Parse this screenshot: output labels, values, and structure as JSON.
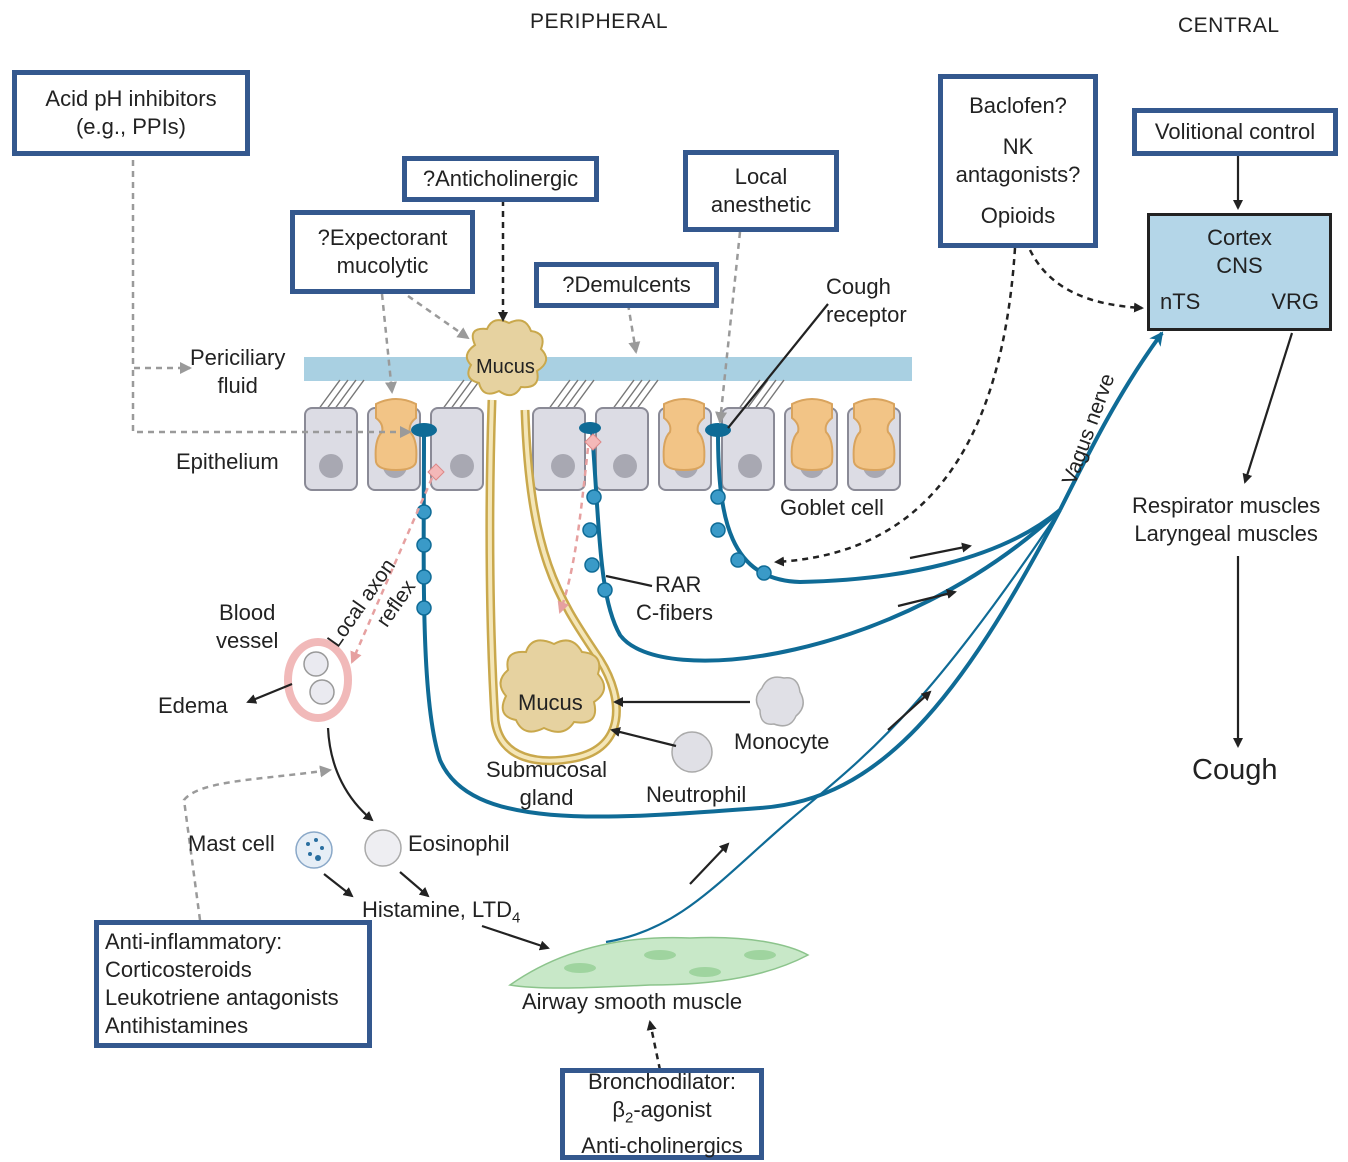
{
  "sections": {
    "peripheral": "PERIPHERAL",
    "central": "CENTRAL"
  },
  "drug_boxes": {
    "acid_ph": [
      "Acid pH inhibitors",
      "(e.g., PPIs)"
    ],
    "anticholinergic": [
      "?Anticholinergic"
    ],
    "expectorant": [
      "?Expectorant",
      "mucolytic"
    ],
    "demulcents": [
      "?Demulcents"
    ],
    "local_anesthetic": [
      "Local",
      "anesthetic"
    ],
    "central_drugs": [
      "Baclofen?",
      "NK",
      "antagonists?",
      "Opioids"
    ],
    "volitional": [
      "Volitional control"
    ],
    "anti_inflammatory": [
      "Anti-inflammatory:",
      "Corticosteroids",
      "Leukotriene antagonists",
      "Antihistamines"
    ],
    "bronchodilator": {
      "line1": "Bronchodilator:",
      "beta": "β",
      "beta_sub": "2",
      "beta_rest": "-agonist",
      "line3": "Anti-cholinergics"
    }
  },
  "cns": {
    "line1": "Cortex",
    "line2": "CNS",
    "left": "nTS",
    "right": "VRG"
  },
  "labels": {
    "periciliary": [
      "Periciliary",
      "fluid"
    ],
    "mucus_top": "Mucus",
    "mucus_gland": "Mucus",
    "cough_receptor": [
      "Cough",
      "receptor"
    ],
    "epithelium": "Epithelium",
    "goblet_cell": "Goblet cell",
    "vagus_nerve": "Vagus nerve",
    "rar": "RAR",
    "c_fibers": "C-fibers",
    "local_axon": "Local axon",
    "reflex": "reflex",
    "blood_vessel": [
      "Blood",
      "vessel"
    ],
    "edema": "Edema",
    "submucosal_gland": [
      "Submucosal",
      "gland"
    ],
    "monocyte": "Monocyte",
    "neutrophil": "Neutrophil",
    "mast_cell": "Mast cell",
    "eosinophil": "Eosinophil",
    "histamine": "Histamine, LTD",
    "histamine_sub": "4",
    "smooth_muscle": "Airway smooth muscle",
    "resp_muscles": [
      "Respirator muscles",
      "Laryngeal muscles"
    ],
    "cough": "Cough"
  },
  "colors": {
    "box_border": "#34588e",
    "nerve": "#0f6b96",
    "cns_fill": "#b4d6e8",
    "mucus": "#e6d2a0",
    "goblet": "#f2c486",
    "cell": "#dcdce4",
    "fluid": "#a9d0e2",
    "muscle": "#c8e8c8",
    "vessel": "#f1b9b9"
  }
}
